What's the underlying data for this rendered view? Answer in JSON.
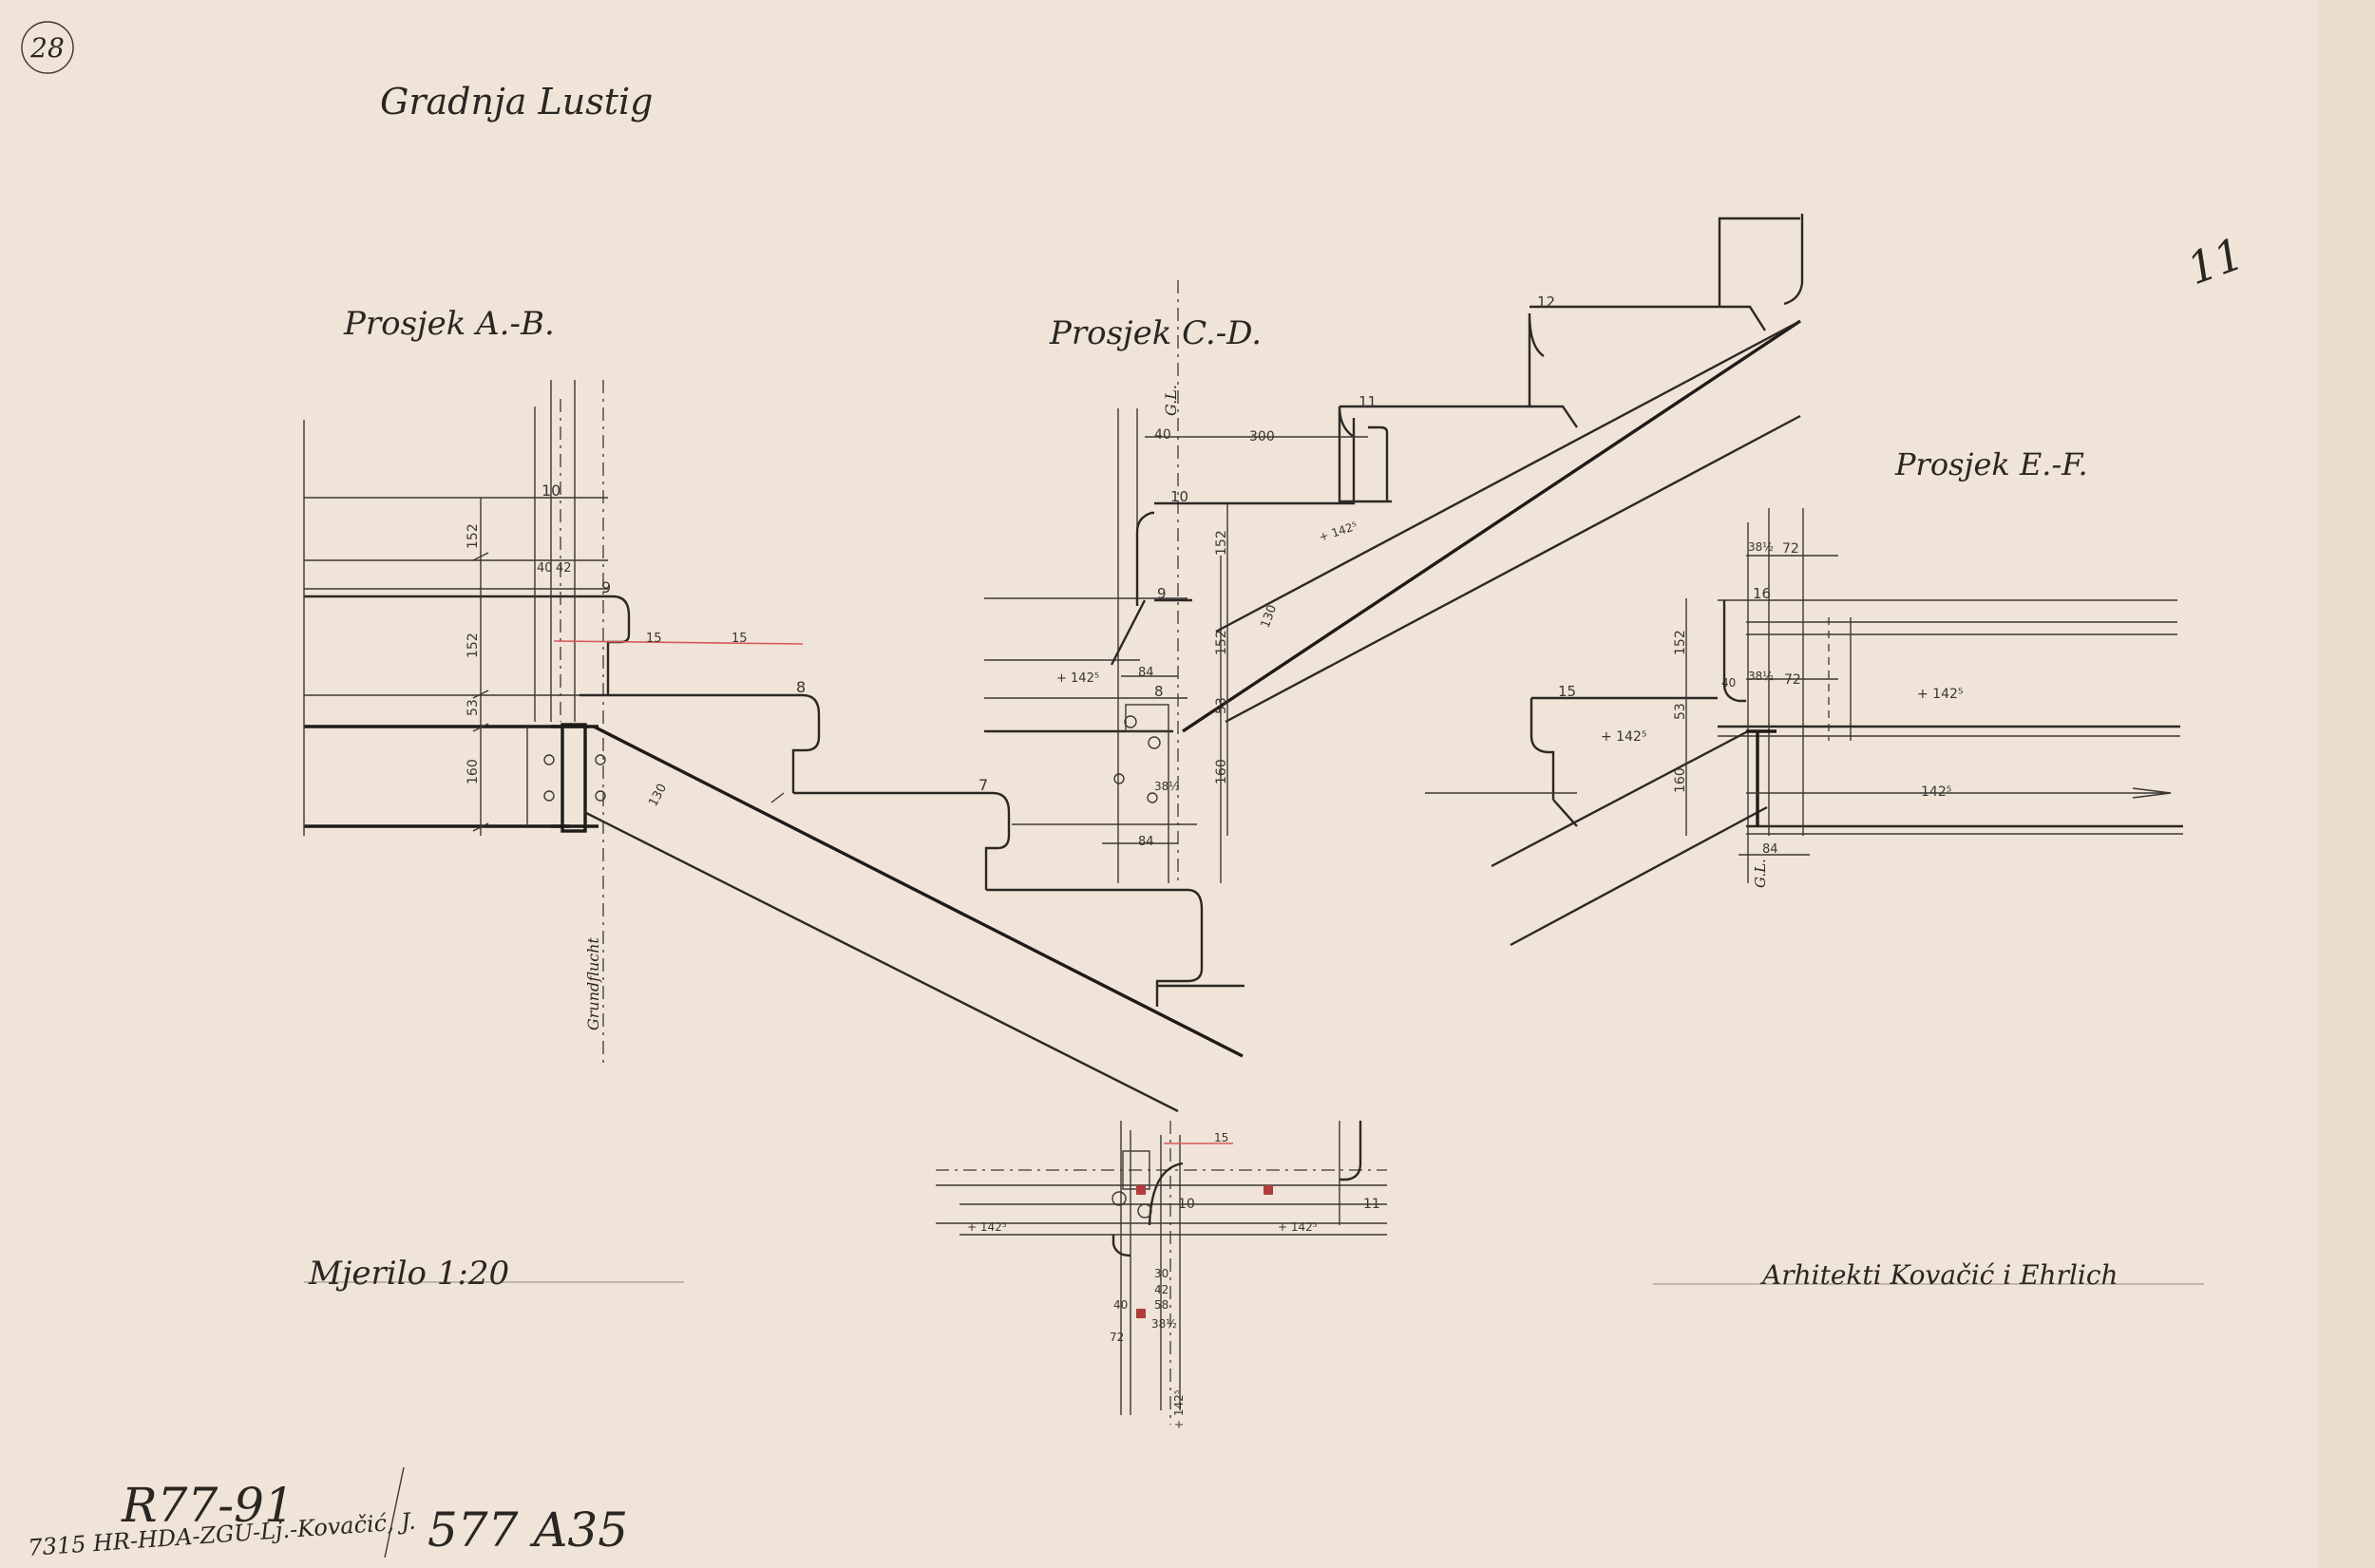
{
  "title": "Gradnja Lustig",
  "sheet_number": "28",
  "sections": {
    "ab": "Prosjek A.-B.",
    "cd": "Prosjek C.-D.",
    "ef": "Prosjek E.-F."
  },
  "scale": "Mjerilo 1:20",
  "architects": "Arhitekti Kovačić i Ehrlich",
  "archive": {
    "code_left": "R77-91",
    "code_right": "577 A35",
    "stamp": "7315 HR-HDA-ZGU-Lj.-Kovačić, J.",
    "side_mark": "11"
  },
  "step_numbers": [
    "12",
    "11",
    "10",
    "9",
    "8",
    "7",
    "16",
    "15",
    "10",
    "11"
  ],
  "dimensions": {
    "d152": "152",
    "d53": "53",
    "d160": "160",
    "d300": "300",
    "d40": "40",
    "d84": "84",
    "d72": "72",
    "d38": "38½",
    "d142": "142⁵",
    "d142p": "+ 142⁵",
    "d15": "15",
    "d42": "42",
    "d58": "58",
    "d30": "30",
    "d130": "130",
    "grund": "Grundflucht",
    "gl": "G.L."
  }
}
